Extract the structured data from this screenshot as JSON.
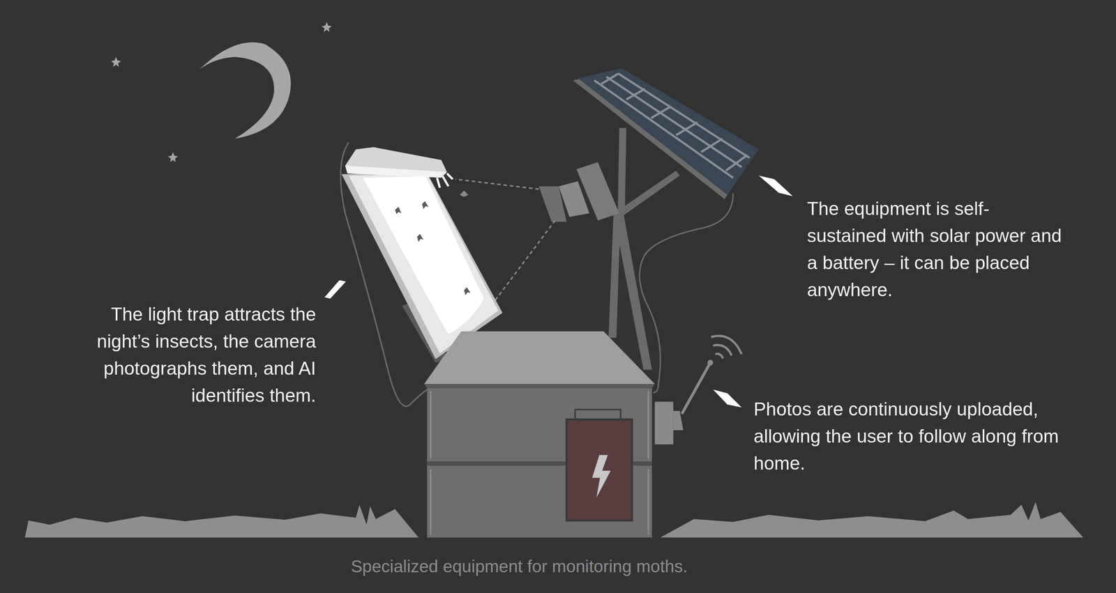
{
  "diagram": {
    "caption": "Specialized equipment for monitoring moths.",
    "labels": [
      "The light trap attracts the night’s insects, the camera photographs them, and AI identifies them.",
      "The equipment is self-sustained with solar power and a battery – it can be placed anywhere.",
      "Photos are continuously uploaded, allowing the user to follow along from home."
    ]
  }
}
